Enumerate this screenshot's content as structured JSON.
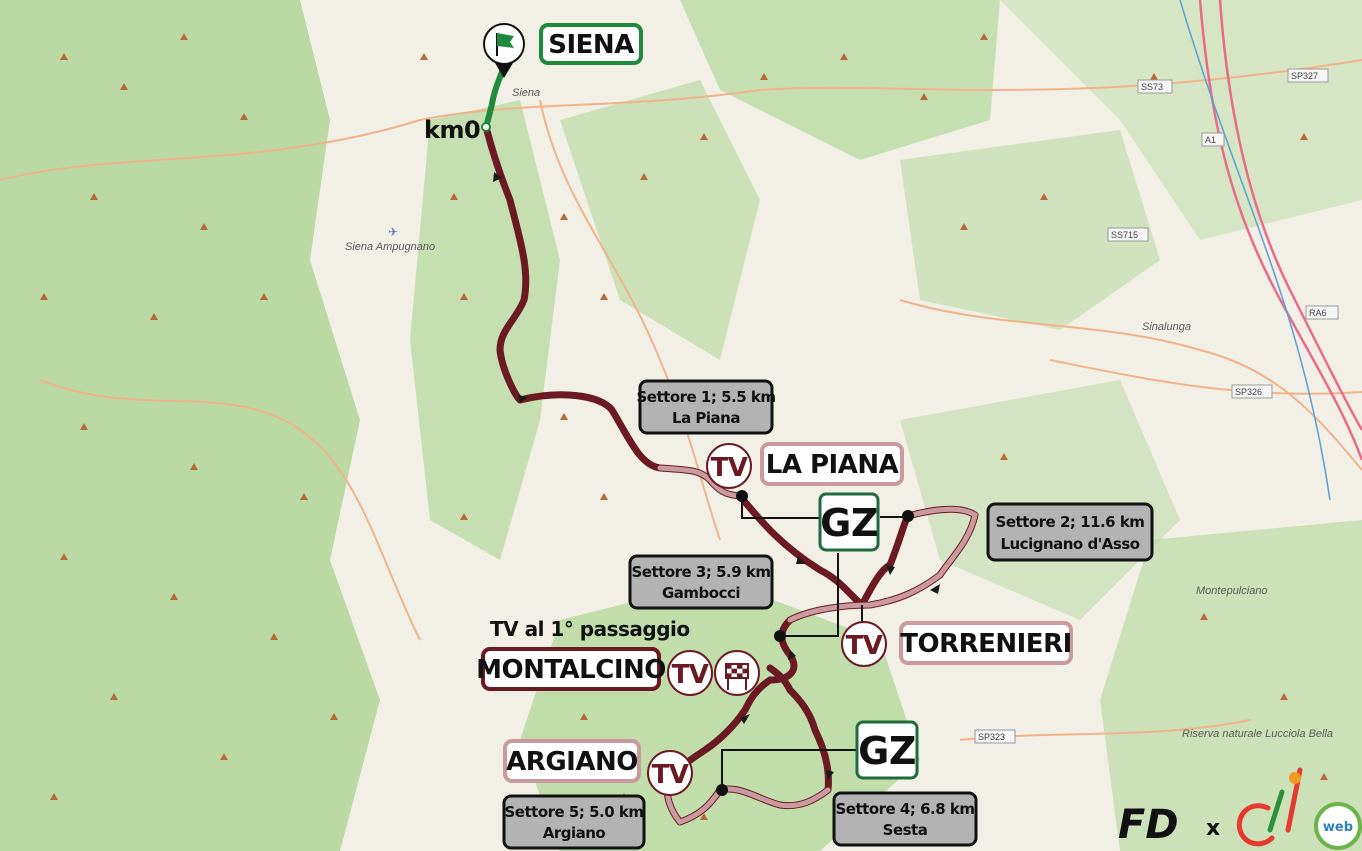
{
  "start_label": "SIENA",
  "km0": "km0",
  "map_towns": {
    "siena": "Siena",
    "ampugnano": "Siena Ampugnano",
    "sinalunga": "Sinalunga",
    "montepulciano": "Montepulciano",
    "riserva": "Riserva naturale Lucciola Bella"
  },
  "roads": [
    "SS73",
    "SP327",
    "A1",
    "SS715",
    "RA6",
    "SP326",
    "SP323"
  ],
  "places": {
    "la_piana": "LA PIANA",
    "torrenieri": "TORRENIERI",
    "montalcino": "MONTALCINO",
    "argiano": "ARGIANO"
  },
  "tv": "TV",
  "gz": "GZ",
  "tv_note": "TV al 1° passaggio",
  "sectors": [
    {
      "line1": "Settore 1; 5.5 km",
      "line2": "La Piana"
    },
    {
      "line1": "Settore 2; 11.6 km",
      "line2": "Lucignano d'Asso"
    },
    {
      "line1": "Settore 3; 5.9 km",
      "line2": "Gambocci"
    },
    {
      "line1": "Settore 4; 6.8 km",
      "line2": "Sesta"
    },
    {
      "line1": "Settore 5; 5.0 km",
      "line2": "Argiano"
    }
  ],
  "logos": {
    "fd": "FD",
    "x": "x",
    "web": "web"
  },
  "colors": {
    "route": "#6b1a24",
    "gravel": "#c99aa0",
    "start": "#1f8a3c",
    "map_bg": "#dce9cf",
    "forest": "#a9d091"
  },
  "icons": [
    "green-start-flag-icon",
    "checkered-finish-flag-icon"
  ]
}
